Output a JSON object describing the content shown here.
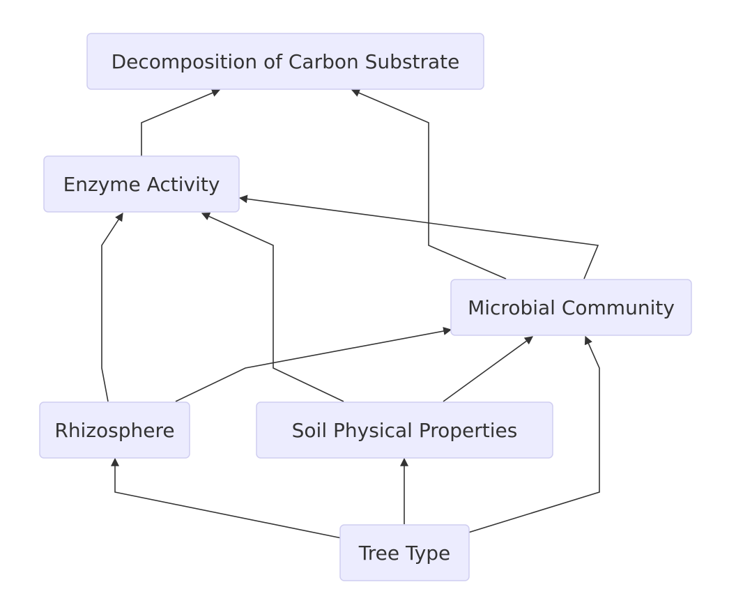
{
  "nodes": {
    "decomposition": "Decomposition of Carbon Substrate",
    "enzyme": "Enzyme Activity",
    "microbial": "Microbial Community",
    "rhizosphere": "Rhizosphere",
    "soil": "Soil Physical Properties",
    "tree": "Tree Type"
  },
  "edges": [
    {
      "from": "tree",
      "to": "rhizosphere"
    },
    {
      "from": "tree",
      "to": "soil"
    },
    {
      "from": "tree",
      "to": "microbial"
    },
    {
      "from": "rhizosphere",
      "to": "enzyme"
    },
    {
      "from": "rhizosphere",
      "to": "microbial"
    },
    {
      "from": "soil",
      "to": "enzyme"
    },
    {
      "from": "soil",
      "to": "microbial"
    },
    {
      "from": "microbial",
      "to": "enzyme"
    },
    {
      "from": "microbial",
      "to": "decomposition"
    },
    {
      "from": "enzyme",
      "to": "decomposition"
    }
  ],
  "colors": {
    "node_fill": "#ececfe",
    "node_border": "#cfcdf0",
    "edge": "#333333",
    "text": "#333333"
  }
}
